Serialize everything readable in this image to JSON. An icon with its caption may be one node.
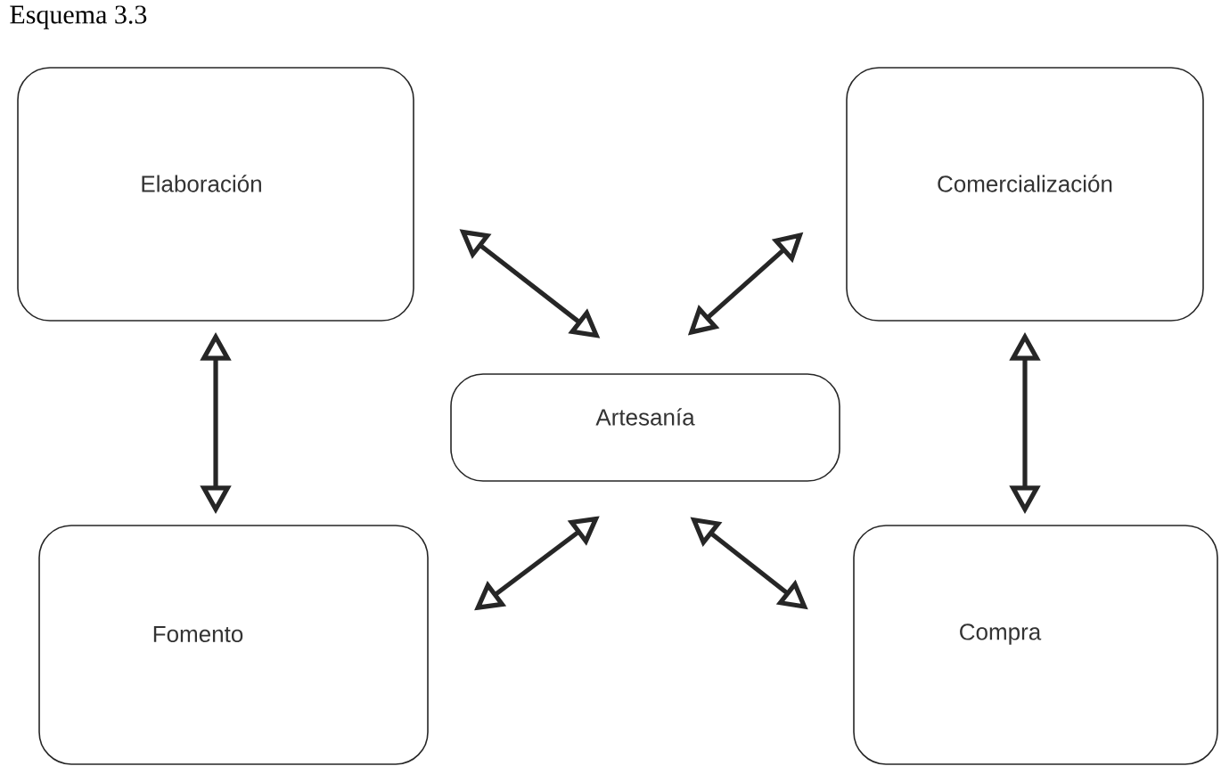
{
  "diagram": {
    "title": "Esquema 3.3",
    "nodes": [
      {
        "text": [
          "Elaboración"
        ]
      },
      {
        "text": [
          "Comercialización"
        ]
      },
      {
        "text": [
          "Artesanía"
        ]
      },
      {
        "text": [
          "Fomento"
        ]
      },
      {
        "text": [
          "Compra"
        ]
      }
    ],
    "edges": [
      {
        "from": 0,
        "to": 2,
        "arrow": "both"
      },
      {
        "from": 2,
        "to": 1,
        "arrow": "both"
      },
      {
        "from": 0,
        "to": 3,
        "arrow": "both"
      },
      {
        "from": 1,
        "to": 4,
        "arrow": "both"
      },
      {
        "from": 3,
        "to": 2,
        "arrow": "both"
      },
      {
        "from": 2,
        "to": 4,
        "arrow": "both"
      }
    ]
  }
}
